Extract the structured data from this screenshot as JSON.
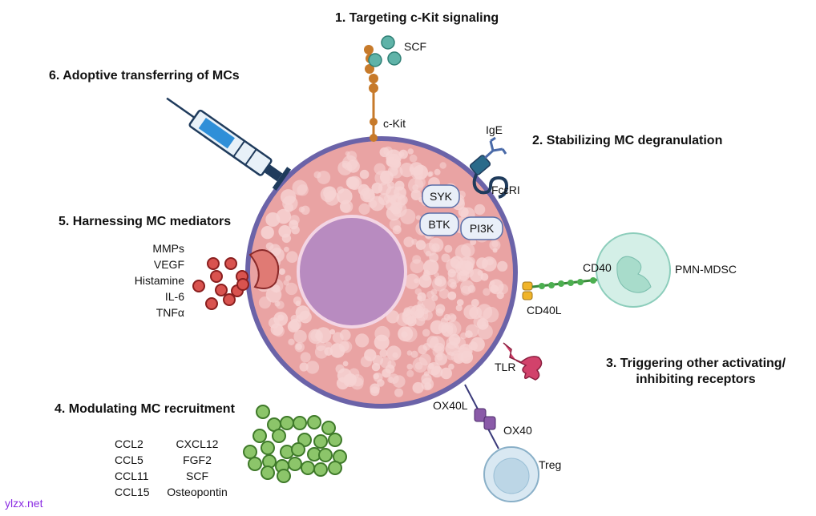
{
  "headings": {
    "h1": "1. Targeting c-Kit signaling",
    "h2": "2. Stabilizing MC degranulation",
    "h3_line1": "3. Triggering other activating/",
    "h3_line2": "inhibiting receptors",
    "h4": "4. Modulating MC recruitment",
    "h5": "5. Harnessing MC mediators",
    "h6": "6. Adoptive transferring of MCs"
  },
  "labels": {
    "scf": "SCF",
    "ckit": "c-Kit",
    "ige": "IgE",
    "fceri": "FcεRI",
    "syk": "SYK",
    "btk": "BTK",
    "pi3k": "PI3K",
    "cd40": "CD40",
    "cd40l": "CD40L",
    "pmn_mdsc": "PMN-MDSC",
    "tlr": "TLR",
    "ox40l": "OX40L",
    "ox40": "OX40",
    "treg": "Treg"
  },
  "mediators": [
    "MMPs",
    "VEGF",
    "Histamine",
    "IL-6",
    "TNFα"
  ],
  "chemokines_col1": [
    "CCL2",
    "CCL5",
    "CCL11",
    "CCL15"
  ],
  "chemokines_col2": [
    "CXCL12",
    "FGF2",
    "SCF",
    "Osteopontin"
  ],
  "watermark": "ylzx.net",
  "colors": {
    "cell_fill": "#e9a3a3",
    "cell_border": "#6b63a8",
    "nucleus": "#b88bc0",
    "ckit": "#c77a2a",
    "scf": "#5fb3a8",
    "mediator": "#d9534f",
    "chemokine": "#8cc56a",
    "mdsc": "#cdeee6",
    "treg": "#bfd8e8"
  }
}
